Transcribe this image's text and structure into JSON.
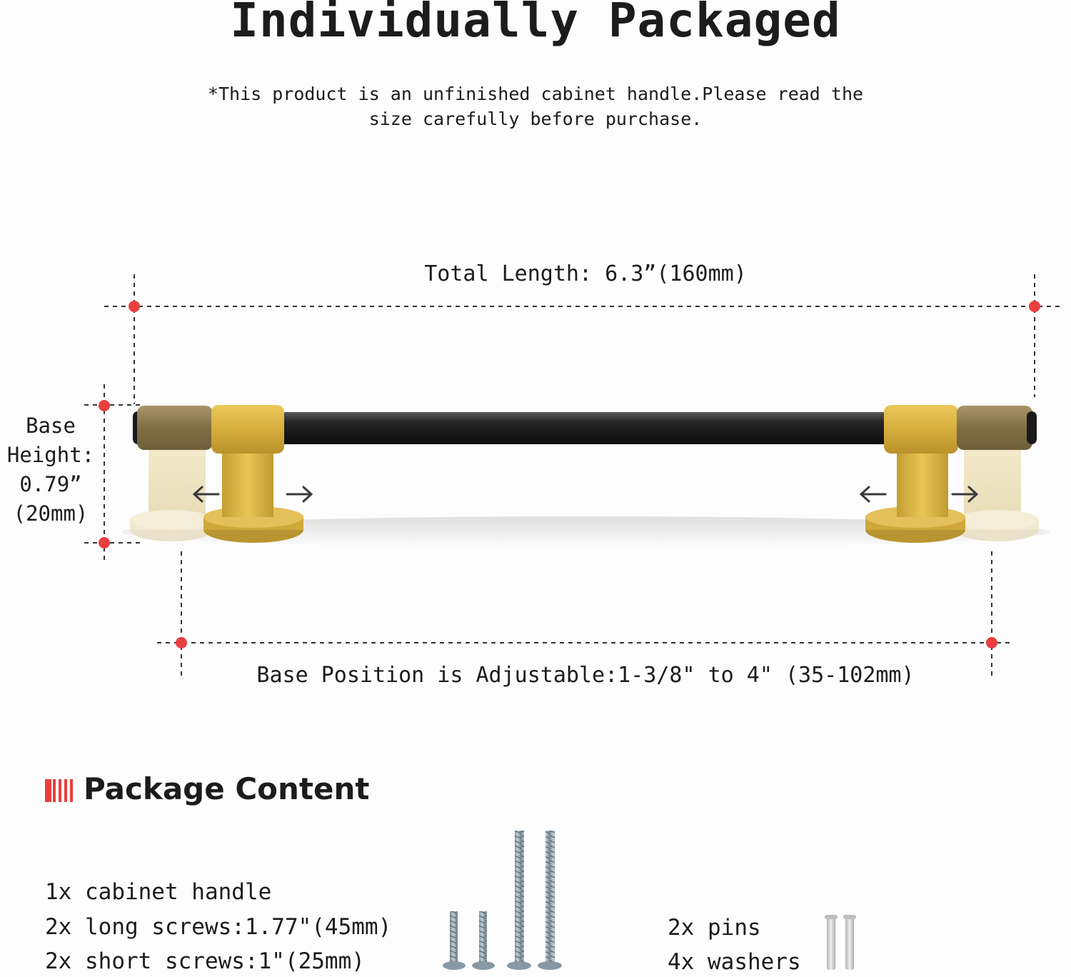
{
  "title": "Individually Packaged",
  "note": {
    "line1": "*This product is an unfinished cabinet handle.Please read the",
    "line2": "size carefully before purchase."
  },
  "dimensions": {
    "total_length": "Total Length: 6.3”(160mm)",
    "base_height": {
      "line1": "Base",
      "line2": "Height:",
      "line3": "0.79”",
      "line4": "(20mm)"
    },
    "base_position": "Base Position is Adjustable:1-3/8\" to 4\" (35-102mm)"
  },
  "package": {
    "title": "Package Content",
    "left_items": [
      "1x cabinet handle",
      "2x long screws:1.77\"(45mm)",
      "2x short screws:1\"(25mm)"
    ],
    "right_items": [
      "2x pins",
      "4x washers"
    ]
  },
  "colors": {
    "accent_red": "#e8403f",
    "handle_bar": "#1f1f1f",
    "gold": "#d4ac3c",
    "bronze": "#8a7a4c",
    "ghost_base": "#efe5c3"
  }
}
